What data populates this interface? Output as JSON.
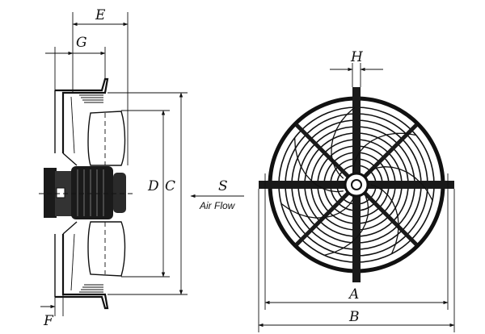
{
  "dimensions": {
    "E": "E",
    "G": "G",
    "H": "H",
    "D": "D",
    "C": "C",
    "S": "S",
    "A": "A",
    "B": "B",
    "F": "F"
  },
  "notes": {
    "air_flow": "Air Flow"
  },
  "colors": {
    "line": "#111111",
    "motor_dark": "#1a1a1a",
    "shade": "#888888",
    "background": "#ffffff"
  }
}
